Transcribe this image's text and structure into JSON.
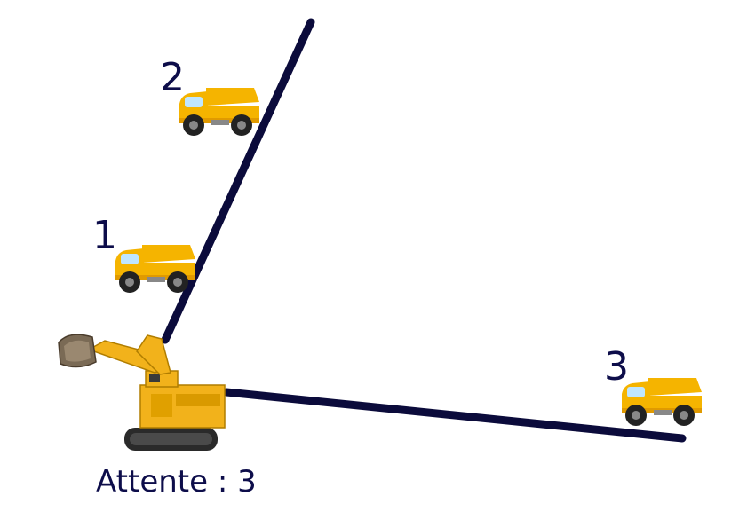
{
  "trucks": [
    {
      "number": "1"
    },
    {
      "number": "2"
    },
    {
      "number": "3"
    }
  ],
  "wait_label": "Attente : 3",
  "colors": {
    "road": "#0b0b3b",
    "text": "#0d0d4a",
    "truck_body": "#f5b400",
    "truck_dark": "#e09a00",
    "excavator_body": "#f2b21b",
    "wheel": "#222222"
  },
  "icons": {
    "truck": "dump-truck-icon",
    "excavator": "mining-excavator-icon"
  }
}
